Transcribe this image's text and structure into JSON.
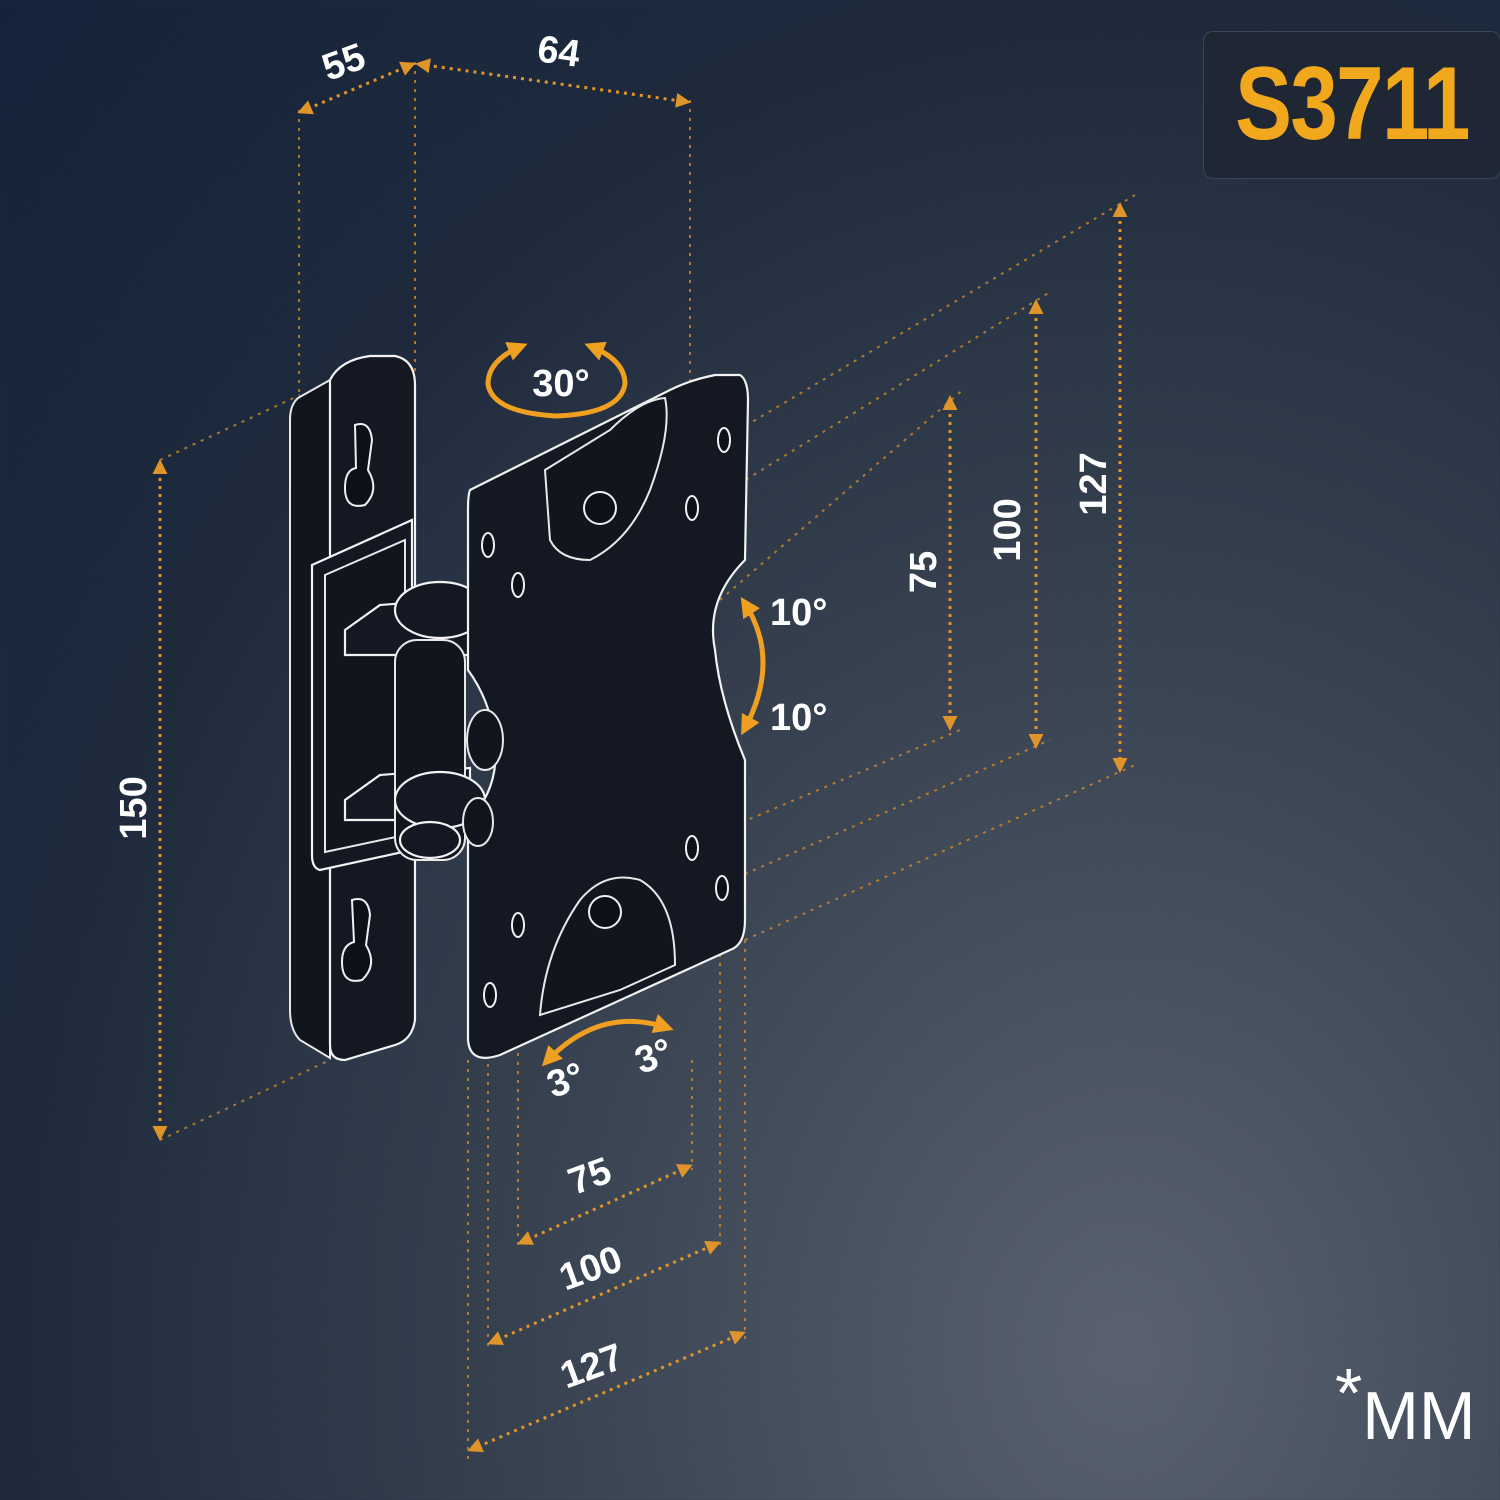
{
  "model": "S3711",
  "unit": "MM",
  "unit_marker": "*",
  "labels": {
    "depth_wall": "55",
    "depth_arm": "64",
    "swivel": "30°",
    "tilt_up": "10°",
    "tilt_down": "10°",
    "rotate_left": "3°",
    "rotate_right": "3°",
    "height_plate": "150",
    "vesa_v_small": "75",
    "vesa_v_mid": "100",
    "vesa_v_large": "127",
    "vesa_h_small": "75",
    "vesa_h_mid": "100",
    "vesa_h_large": "127"
  },
  "colors": {
    "accent": "#f2a81d",
    "dimension_line": "#e0952a",
    "outline": "#f2f2f2",
    "background": "#1e2a3c"
  }
}
